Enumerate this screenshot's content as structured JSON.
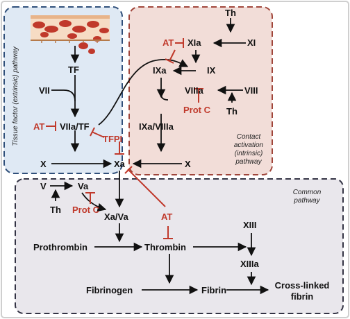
{
  "pathways": {
    "extrinsic": "Tissue factor (extrinsic) pathway",
    "intrinsic_line1": "Contact",
    "intrinsic_line2": "activation",
    "intrinsic_line3": "(intrinsic)",
    "intrinsic_line4": "pathway",
    "common_line1": "Common",
    "common_line2": "pathway"
  },
  "factors": {
    "th_top": "Th",
    "at_xia": "AT",
    "xia": "XIa",
    "xi": "XI",
    "ixa": "IXa",
    "ix": "IX",
    "tf": "TF",
    "vii": "VII",
    "viiia": "VIIIa",
    "viii": "VIII",
    "prot_c_top": "Prot C",
    "th_mid": "Th",
    "at_left": "AT",
    "viia_tf": "VIIa/TF",
    "tfpi": "TFPI",
    "ixa_viiia": "IXa/VIIIa",
    "x_left": "X",
    "xa": "Xa",
    "x_right": "X",
    "v": "V",
    "va": "Va",
    "th_low": "Th",
    "prot_c_low": "Prot C",
    "xa_va": "Xa/Va",
    "at_low": "AT",
    "xiii": "XIII",
    "prothrombin": "Prothrombin",
    "thrombin": "Thrombin",
    "xiiia": "XIIIa",
    "fibrinogen": "Fibrinogen",
    "fibrin": "Fibrin",
    "crosslinked_1": "Cross-linked",
    "crosslinked_2": "fibrin"
  },
  "colors": {
    "extrinsic_fill": "#dfe9f4",
    "extrinsic_border": "#2f4f7a",
    "intrinsic_fill": "#f2ddd8",
    "intrinsic_border": "#a0453a",
    "common_fill": "#e9e7ec",
    "common_border": "#333344",
    "inhibitor": "#c0392b"
  }
}
